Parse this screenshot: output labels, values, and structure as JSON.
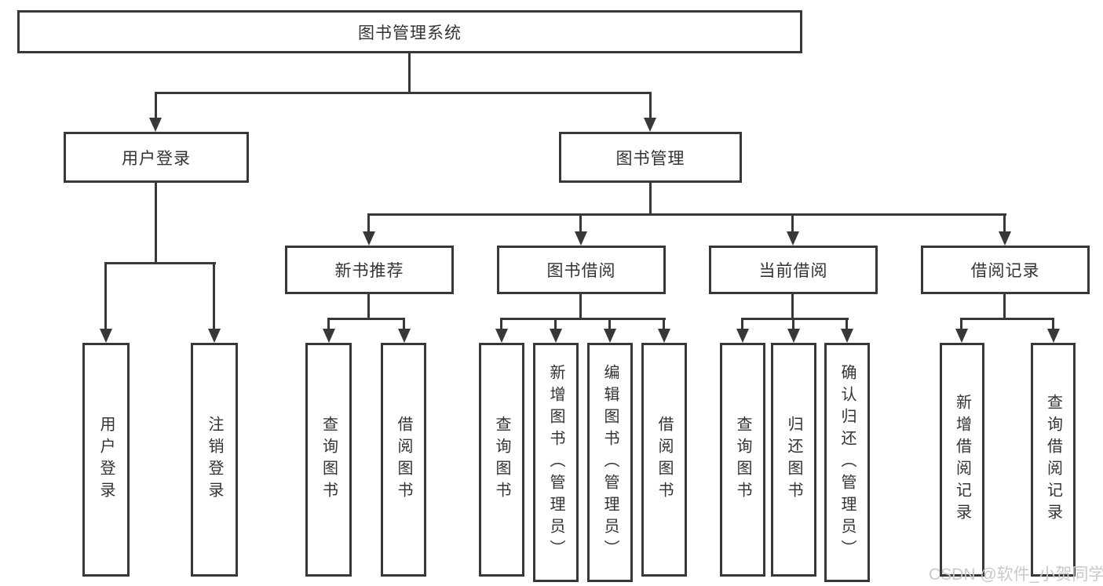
{
  "diagram": {
    "title": "图书管理系统",
    "root": {
      "label": "图书管理系统"
    },
    "level2": [
      {
        "label": "用户登录"
      },
      {
        "label": "图书管理"
      }
    ],
    "level3": [
      {
        "label": "新书推荐",
        "parent": "图书管理"
      },
      {
        "label": "图书借阅",
        "parent": "图书管理"
      },
      {
        "label": "当前借阅",
        "parent": "图书管理"
      },
      {
        "label": "借阅记录",
        "parent": "图书管理"
      }
    ],
    "leaves": [
      {
        "label": "用户登录",
        "parent": "用户登录"
      },
      {
        "label": "注销登录",
        "parent": "用户登录"
      },
      {
        "label": "查询图书",
        "parent": "新书推荐"
      },
      {
        "label": "借阅图书",
        "parent": "新书推荐"
      },
      {
        "label": "查询图书",
        "parent": "图书借阅"
      },
      {
        "label": "新增图书（管理员）",
        "parent": "图书借阅"
      },
      {
        "label": "编辑图书（管理员）",
        "parent": "图书借阅"
      },
      {
        "label": "借阅图书",
        "parent": "图书借阅"
      },
      {
        "label": "查询图书",
        "parent": "当前借阅"
      },
      {
        "label": "归还图书",
        "parent": "当前借阅"
      },
      {
        "label": "确认归还（管理员）",
        "parent": "当前借阅"
      },
      {
        "label": "新增借阅记录",
        "parent": "借阅记录"
      },
      {
        "label": "查询借阅记录",
        "parent": "借阅记录"
      }
    ],
    "watermark": "CSDN @软件_小贺同学",
    "colors": {
      "line": "#383838",
      "text": "#333333",
      "watermark": "#c9c9c9",
      "background": "#ffffff"
    }
  }
}
